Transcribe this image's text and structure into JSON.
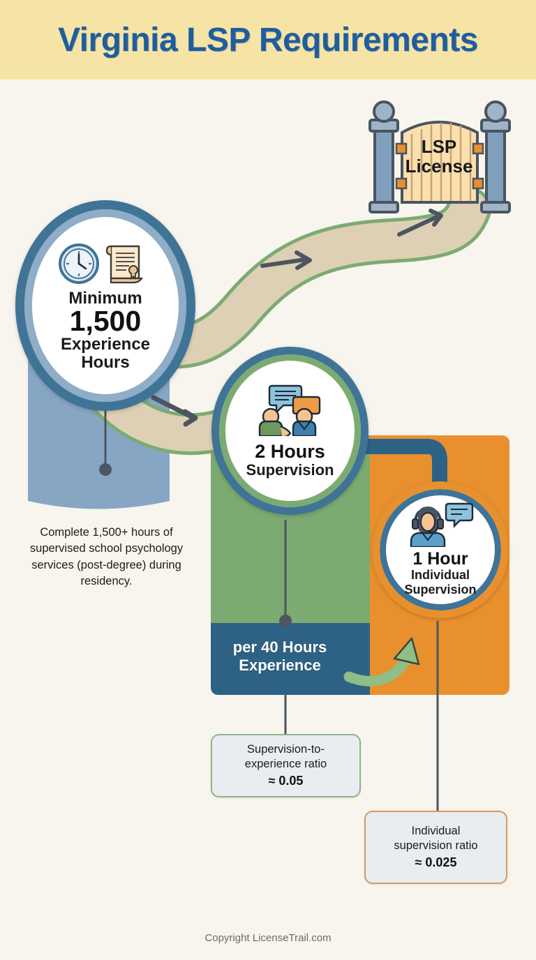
{
  "banner": {
    "title": "Virginia LSP Requirements",
    "bg_color": "#f6e4a6",
    "text_color": "#1f5e9e"
  },
  "background_color": "#f7f5ee",
  "gate": {
    "line1": "LSP",
    "line2": "License",
    "icon": "gate-icon"
  },
  "nodes": [
    {
      "id": "experience-hours",
      "icons": [
        "clock-icon",
        "certificate-icon"
      ],
      "line1": "Minimum",
      "line2": "1,500",
      "line3": "Experience",
      "line4": "Hours",
      "ring_outer": "#3f7496",
      "ring_inner": "#8fadc6"
    },
    {
      "id": "group-supervision",
      "icons": [
        "two-people-talking-icon"
      ],
      "line1": "2 Hours",
      "line2": "Supervision",
      "ring_outer": "#3f7496",
      "ring_inner": "#7cab71"
    },
    {
      "id": "individual-supervision",
      "icons": [
        "headset-person-icon"
      ],
      "line1": "1 Hour",
      "line2": "Individual",
      "line3": "Supervision",
      "ring_outer": "#e8902e",
      "ring_inner": "#3f7496"
    }
  ],
  "description": "Complete 1,500+ hours of supervised school psychology services (post-degree) during residency.",
  "panel": {
    "line1": "per 40 Hours",
    "line2": "Experience",
    "green": "#7cab71",
    "blue": "#2e6285",
    "orange": "#e8902e"
  },
  "ratio_boxes": [
    {
      "id": "supervision-to-experience",
      "line1": "Supervision-to-",
      "line2": "experience ratio",
      "value": "≈ 0.05",
      "border": "#8fb58a"
    },
    {
      "id": "individual-supervision-ratio",
      "line1": "Individual",
      "line2": "supervision ratio",
      "value": "≈ 0.025",
      "border": "#d99a55"
    }
  ],
  "footer": "Copyright LicenseTrail.com"
}
